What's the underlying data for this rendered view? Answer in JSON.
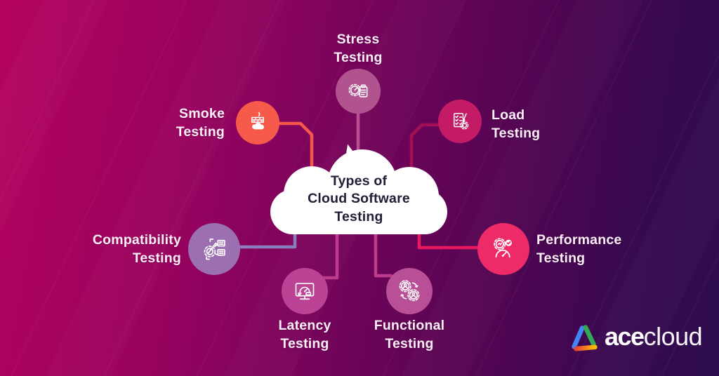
{
  "title": {
    "lines": [
      "Types of",
      "Cloud Software",
      "Testing"
    ]
  },
  "nodes": {
    "stress": {
      "line1": "Stress",
      "line2": "Testing",
      "color": "#b1538f",
      "icon": "gauge-clipboard-icon"
    },
    "smoke": {
      "line1": "Smoke",
      "line2": "Testing",
      "color": "#f65a4b",
      "icon": "chimney-smoke-icon"
    },
    "load": {
      "line1": "Load",
      "line2": "Testing",
      "color": "#c31b66",
      "icon": "checklist-gear-icon"
    },
    "compatibility": {
      "line1": "Compatibility",
      "line2": "Testing",
      "color": "#9c6fb1",
      "icon": "gear-pencil-docs-icon"
    },
    "performance": {
      "line1": "Performance",
      "line2": "Testing",
      "color": "#ee2a68",
      "icon": "speedometer-check-icon"
    },
    "latency": {
      "line1": "Latency",
      "line2": "Testing",
      "color": "#bb4295",
      "icon": "monitor-gauge-icon"
    },
    "functional": {
      "line1": "Functional",
      "line2": "Testing",
      "color": "#b84f97",
      "icon": "gears-users-icon"
    }
  },
  "connectors": {
    "stress": "#bb4f93",
    "smoke": "#f5574d",
    "load": "#a60d57",
    "compatibility": "#8a7cbe",
    "performance": "#e9185e",
    "latency": "#bd3a8d",
    "functional": "#bd3a8d"
  },
  "background": {
    "gradient_from": "#b4045f",
    "gradient_to": "#2d0c4e",
    "cloud_fill": "#ffffff",
    "title_color": "#241d37",
    "label_color": "#fdeef7"
  },
  "logo": {
    "bold": "ace",
    "light": "cloud",
    "mark": "triangle-swoosh-logo-icon",
    "mark_colors": [
      "#4285f4",
      "#34a853",
      "#ea4335",
      "#fbbc05"
    ]
  }
}
